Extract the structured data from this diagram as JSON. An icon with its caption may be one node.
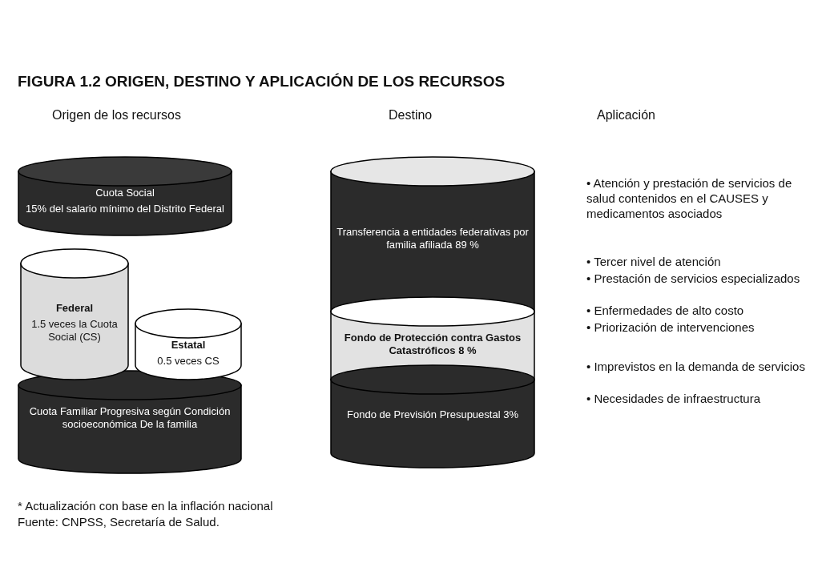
{
  "diagram": {
    "title": "FIGURA 1.2 ORIGEN, DESTINO Y APLICACIÓN DE LOS RECURSOS",
    "caption": "Fuente: CNPSS, Secretaría de Salud.",
    "nodes": [
      {
        "text": [
          "Cuota Social",
          "15% del salario mínimo del Distrito Federal"
        ]
      },
      {
        "text": [
          "Federal",
          "1.5 veces la Cuota Social (CS)"
        ]
      },
      {
        "text": [
          "Estatal",
          "0.5 veces CS"
        ]
      },
      {
        "text": [
          "Cuota Familiar Progresiva según Condición socioeconómica De la familia"
        ]
      },
      {
        "text": [
          "Transferencia a entidades federativas por familia afiliada 89 %"
        ]
      },
      {
        "text": [
          "Fondo de Protección contra Gastos Catastróficos 8 %"
        ]
      },
      {
        "text": [
          "Fondo de Previsión Presupuestal 3%"
        ]
      }
    ],
    "edges": [],
    "labels": [
      "Origen de los recursos",
      "Destino",
      "Aplicación",
      "• Atención y prestación de servicios de salud contenidos en el CAUSES y medicamentos asociados",
      "• Tercer nivel de atención",
      "• Prestación de servicios especializados",
      "• Enfermedades de alto costo",
      "• Priorización de intervenciones",
      "• Imprevistos en la demanda de servicios",
      "• Necesidades de infraestructura",
      "* Actualización con base en la inflación nacional"
    ]
  }
}
